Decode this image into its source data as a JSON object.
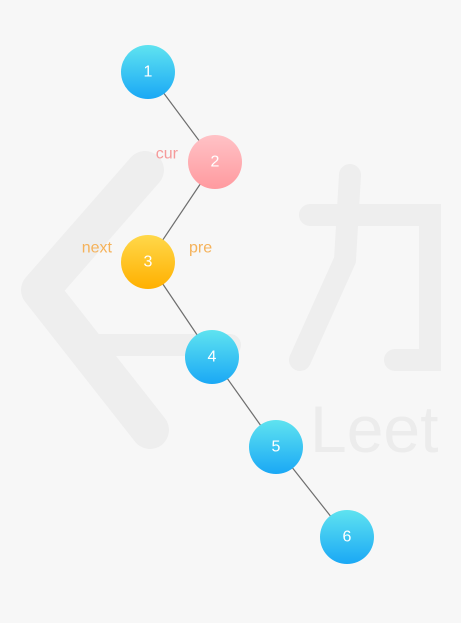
{
  "nodes": [
    {
      "id": "n1",
      "label": "1",
      "style": "normal"
    },
    {
      "id": "n2",
      "label": "2",
      "style": "cur"
    },
    {
      "id": "n3",
      "label": "3",
      "style": "highlight"
    },
    {
      "id": "n4",
      "label": "4",
      "style": "normal"
    },
    {
      "id": "n5",
      "label": "5",
      "style": "normal"
    },
    {
      "id": "n6",
      "label": "6",
      "style": "normal"
    }
  ],
  "edges": [
    [
      "n1",
      "n2"
    ],
    [
      "n2",
      "n3"
    ],
    [
      "n3",
      "n4"
    ],
    [
      "n4",
      "n5"
    ],
    [
      "n5",
      "n6"
    ]
  ],
  "pointers": [
    {
      "name": "cur",
      "label": "cur",
      "target": "n2"
    },
    {
      "name": "next",
      "label": "next",
      "target": "n3"
    },
    {
      "name": "pre",
      "label": "pre",
      "target": "n3"
    }
  ],
  "colors": {
    "normal_top": "#5fe3f0",
    "normal_bottom": "#1aa8f5",
    "cur_top": "#ffc2c6",
    "cur_bottom": "#ff9a9f",
    "highlight_top": "#ffd84a",
    "highlight_bottom": "#ffb000",
    "cur_text": "#f59a9a",
    "pointer_text": "#f5b25a",
    "edge": "#6e6e6e",
    "background": "#f7f7f7"
  },
  "watermark": "LeetCode"
}
